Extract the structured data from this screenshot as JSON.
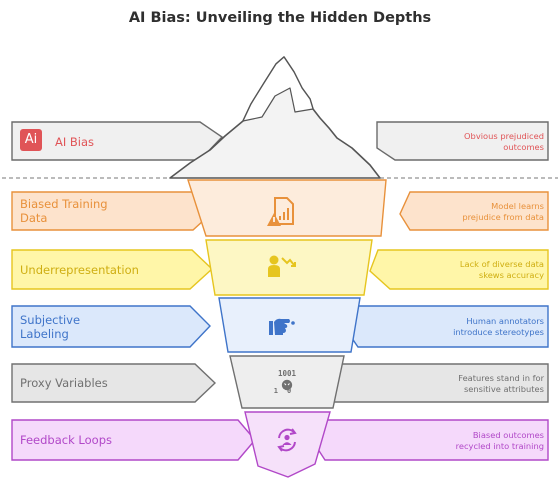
{
  "title": "AI Bias: Unveiling the Hidden Depths",
  "top": {
    "label": "AI Bias",
    "logo_text": "Ai",
    "icon": "ai-logo-icon",
    "description": [
      "Obvious prejudiced",
      "outcomes"
    ]
  },
  "layers": [
    {
      "key": "biased-training-data",
      "label": [
        "Biased Training",
        "Data"
      ],
      "description": [
        "Model learns",
        "prejudice from data"
      ],
      "icon": "warning-document-icon"
    },
    {
      "key": "underrepresentation",
      "label": [
        "Underrepresentation"
      ],
      "description": [
        "Lack of diverse data",
        "skews accuracy"
      ],
      "icon": "person-decline-icon"
    },
    {
      "key": "subjective-labeling",
      "label": [
        "Subjective",
        "Labeling"
      ],
      "description": [
        "Human annotators",
        "introduce stereotypes"
      ],
      "icon": "hand-pointing-icon"
    },
    {
      "key": "proxy-variables",
      "label": [
        "Proxy Variables"
      ],
      "description": [
        "Features stand in for",
        "sensitive attributes"
      ],
      "icon": "binary-face-icon",
      "icon_text": [
        "1001",
        "10"
      ]
    },
    {
      "key": "feedback-loops",
      "label": [
        "Feedback Loops"
      ],
      "description": [
        "Biased outcomes",
        "recycled into training"
      ],
      "icon": "user-cycle-icon"
    }
  ],
  "colors": {
    "ai_red": "#e05457",
    "orange": "#e8913b",
    "orange_fill": "#fde3cc",
    "orange_light": "#fdecdc",
    "yellow": "#e6c51f",
    "yellow_fill": "#fff6a8",
    "yellow_light": "#fdf7c4",
    "blue": "#3f74c9",
    "blue_fill": "#dbe8fb",
    "blue_light": "#e8f0fc",
    "gray": "#707070",
    "gray_fill": "#e6e6e6",
    "gray_light": "#eeeeee",
    "purple": "#b148c8",
    "purple_fill": "#f5d9fb",
    "purple_light": "#f6e1fa",
    "text_dark": "#2f2f2f"
  }
}
